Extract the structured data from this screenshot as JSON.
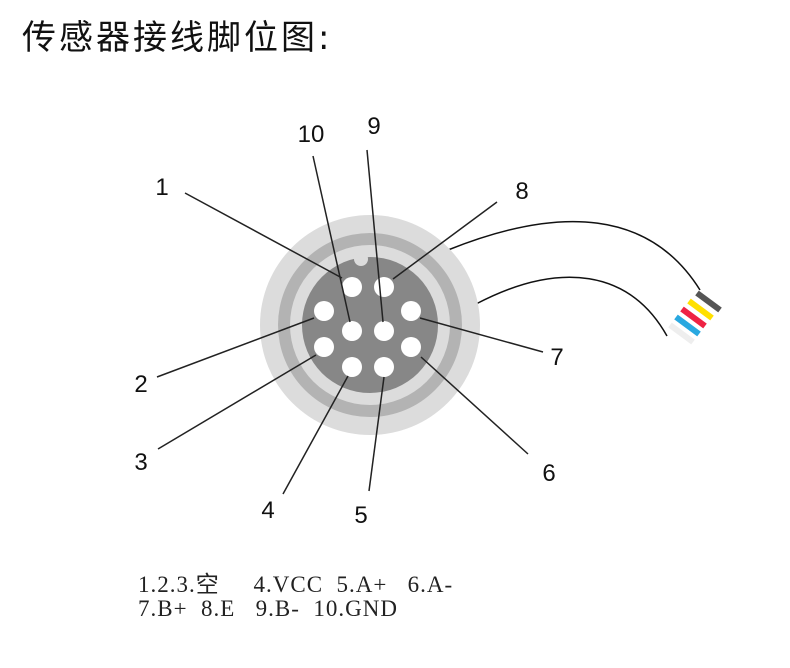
{
  "title": "传感器接线脚位图:",
  "pin_labels": [
    "1",
    "2",
    "3",
    "4",
    "5",
    "6",
    "7",
    "8",
    "9",
    "10"
  ],
  "legend": {
    "line1": "1.2.3.空     4.VCC  5.A+   6.A-",
    "line2": "7.B+  8.E   9.B-  10.GND"
  },
  "colors": {
    "outer": "#dcdcdc",
    "ring": "#b3b3b3",
    "inner": "#878787"
  }
}
